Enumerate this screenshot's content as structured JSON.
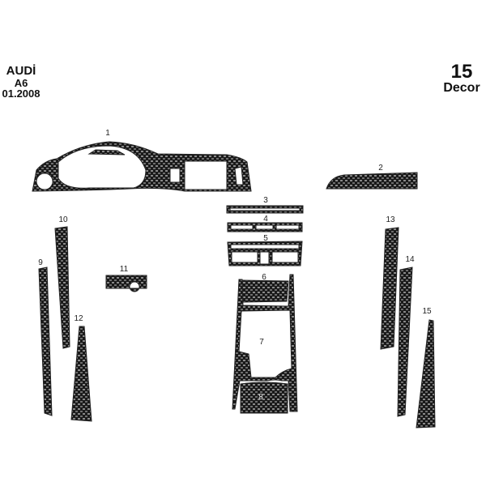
{
  "header_left": {
    "brand": "AUDİ",
    "model": "A6",
    "date": "01.2008"
  },
  "header_right": {
    "count": "15",
    "label": "Decor"
  },
  "pieces": [
    {
      "label": "1"
    },
    {
      "label": "2"
    },
    {
      "label": "3"
    },
    {
      "label": "4"
    },
    {
      "label": "5"
    },
    {
      "label": "6"
    },
    {
      "label": "7"
    },
    {
      "label": "8"
    },
    {
      "label": "9"
    },
    {
      "label": "10"
    },
    {
      "label": "11"
    },
    {
      "label": "12"
    },
    {
      "label": "13"
    },
    {
      "label": "14"
    },
    {
      "label": "15"
    }
  ],
  "colors": {
    "carbon_dark": "#1a1a1a",
    "carbon_light": "#8a8a8a",
    "background": "#ffffff"
  }
}
